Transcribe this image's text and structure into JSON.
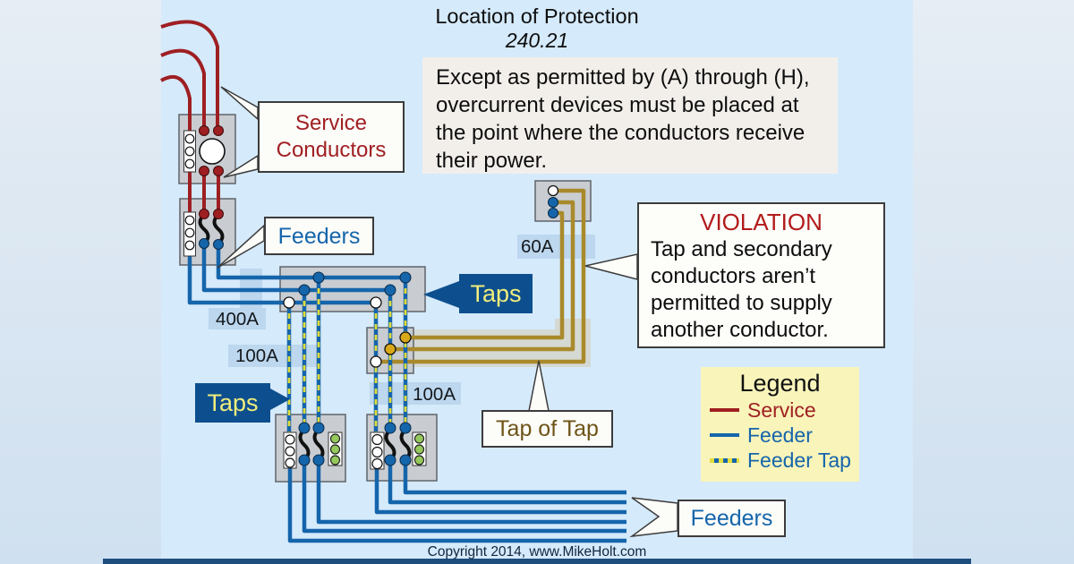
{
  "title": {
    "line1": "Location of Protection",
    "line2": "240.21"
  },
  "note": {
    "lines": [
      "Except as permitted by (A) through (H),",
      "overcurrent devices must be placed at",
      "the point where the conductors receive",
      "their power."
    ]
  },
  "violation": {
    "title": "VIOLATION",
    "lines": [
      "Tap and secondary",
      "conductors aren’t",
      "permitted to supply",
      "another conductor."
    ]
  },
  "callouts": {
    "service_conductors": {
      "lines": [
        "Service",
        "Conductors"
      ]
    },
    "feeders_top": "Feeders",
    "taps_right": "Taps",
    "taps_left": "Taps",
    "tap_of_tap": "Tap of Tap",
    "feeders_bottom": "Feeders"
  },
  "ratings": {
    "main_feeder": "400A",
    "tap_left": "100A",
    "tap_right": "100A",
    "tap_of_tap": "60A"
  },
  "legend": {
    "title": "Legend",
    "items": [
      {
        "label": "Service",
        "color": "#9e1f22",
        "style": "solid"
      },
      {
        "label": "Feeder",
        "color": "#1565ab",
        "style": "solid"
      },
      {
        "label": "Feeder Tap",
        "color": "#1565ab",
        "style": "dashed-yellow"
      }
    ]
  },
  "footer": {
    "copyright": "Copyright 2014, www.MikeHolt.com"
  },
  "colors": {
    "background": "#d5eafb",
    "service": "#9e1f22",
    "feeder": "#1565ab",
    "feeder_tap_dash": "#e3dc3a",
    "tap_of_tap_conductor": "#a98a2b",
    "callout_blue": "#0d4f8e",
    "callout_yellow_text": "#f2ee7c",
    "violation_red": "#b21a1a",
    "legend_bg": "#f9f4ba",
    "equipment_gray": "#c9cdd2",
    "highlight_band": "#bcd7ee"
  }
}
